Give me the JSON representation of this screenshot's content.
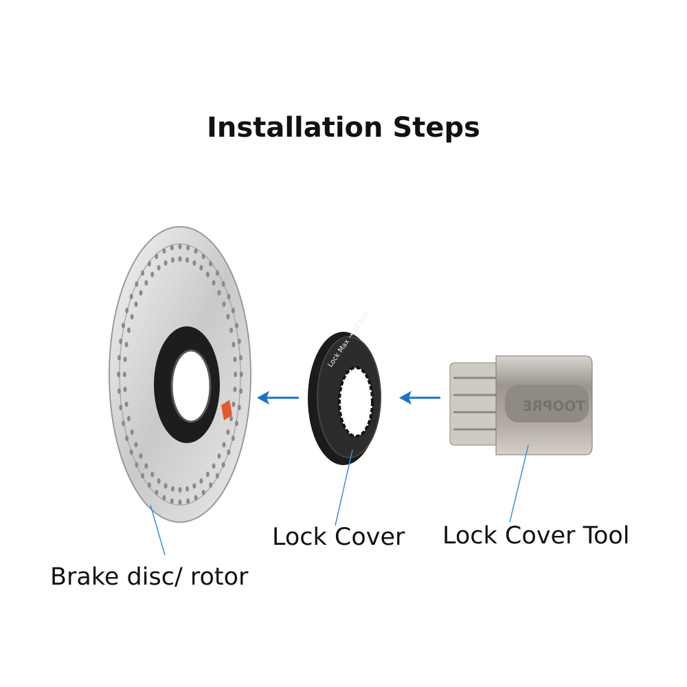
{
  "title": "Installation Steps",
  "parts": [
    {
      "id": "disc",
      "label": "Brake disc/ rotor"
    },
    {
      "id": "lock_cover",
      "label": "Lock Cover",
      "engraving": "Lock Max → 40 N.m"
    },
    {
      "id": "tool",
      "label": "Lock Cover Tool",
      "brand_logo": "TOOPRE"
    }
  ],
  "colors": {
    "arrow": "#1a73c9",
    "leader": "#3b8fd8",
    "text": "#111111"
  },
  "icons": [
    "arrow-left-icon",
    "arrow-left-icon"
  ]
}
